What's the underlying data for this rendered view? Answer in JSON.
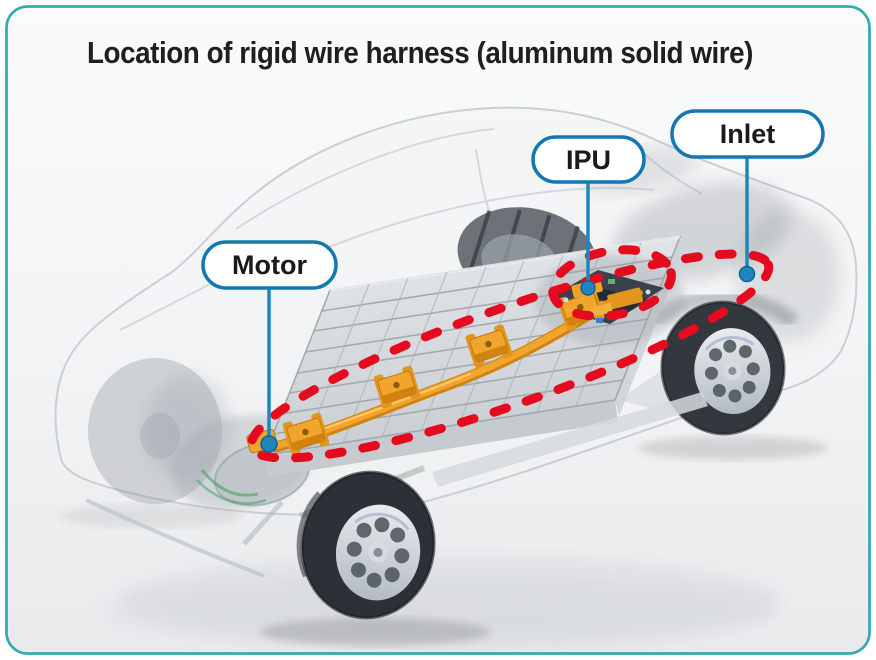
{
  "title": "Location of rigid wire harness (aluminum solid wire)",
  "labels": {
    "motor": "Motor",
    "ipu": "IPU",
    "inlet": "Inlet"
  },
  "colors": {
    "frame_teal": "#35a9ad",
    "label_blue": "#1478b0",
    "leader_blue": "#1e85bf",
    "highlight_red": "#e60a1e",
    "harness_orange": "#f2a52c",
    "harness_orange_dark": "#d0830f",
    "title_color": "#221e1f",
    "pill_text_color": "#1a1a1a",
    "battery_silver": "#dde0e3",
    "battery_line": "#9aa1a7"
  }
}
